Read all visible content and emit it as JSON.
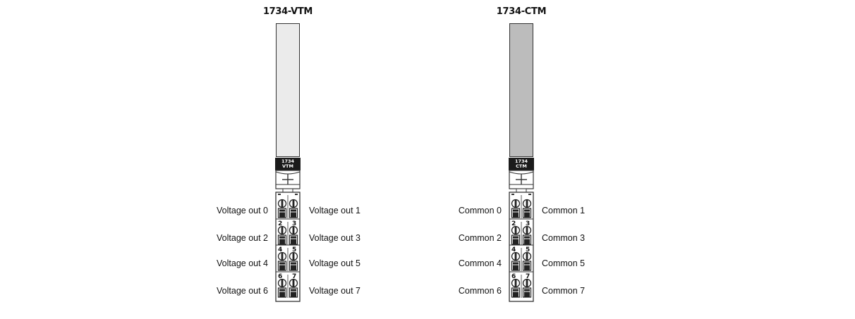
{
  "modules": [
    {
      "title": "1734-VTM",
      "nameplate_line1": "1734",
      "nameplate_line2": "VTM",
      "panel_color": "#ebebeb",
      "terminal_numbers": [
        "2",
        "3",
        "4",
        "5",
        "6",
        "7"
      ],
      "left_labels": [
        "Voltage out 0",
        "Voltage out 2",
        "Voltage out 4",
        "Voltage out 6"
      ],
      "right_labels": [
        "Voltage out 1",
        "Voltage out 3",
        "Voltage out 5",
        "Voltage out 7"
      ]
    },
    {
      "title": "1734-CTM",
      "nameplate_line1": "1734",
      "nameplate_line2": "CTM",
      "panel_color": "#bcbcbc",
      "terminal_numbers": [
        "2",
        "3",
        "4",
        "5",
        "6",
        "7"
      ],
      "left_labels": [
        "Common 0",
        "Common 2",
        "Common 4",
        "Common 6"
      ],
      "right_labels": [
        "Common 1",
        "Common 3",
        "Common 5",
        "Common 7"
      ]
    }
  ]
}
